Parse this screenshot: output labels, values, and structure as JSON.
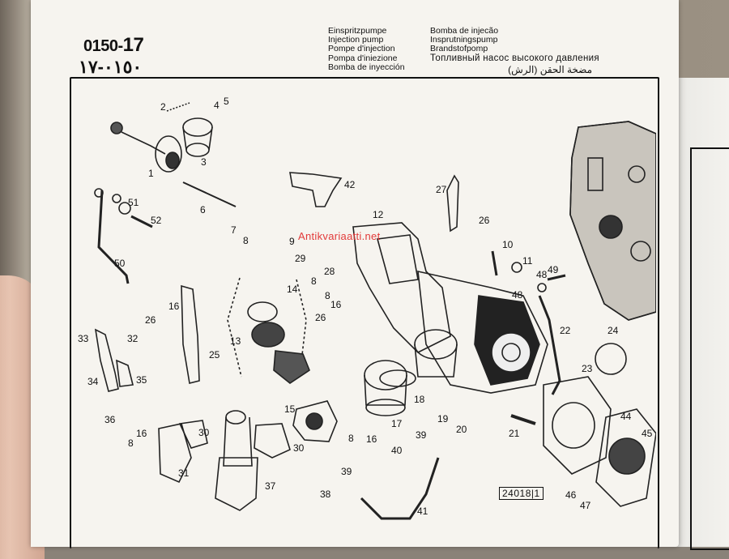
{
  "header": {
    "code_prefix": "0150-",
    "code_number": "17",
    "code_arabic": "٠١٥٠-١٧"
  },
  "titles_left": [
    "Einspritzpumpe",
    "Injection pump",
    "Pompe d'injection",
    "Pompa d'iniezione",
    "Bomba de inyección"
  ],
  "titles_right": [
    "Bomba de injecão",
    "Insprutningspump",
    "Brandstofpomp"
  ],
  "title_russian": "Топливный насос высокого давления",
  "title_arabic": "مضخة الحقن (الرش)",
  "watermark": "Antikvariaatti.net",
  "reference_number": "24018|1",
  "part_labels": {
    "p1": "1",
    "p2": "2",
    "p3": "3",
    "p4": "4",
    "p5": "5",
    "p6": "6",
    "p7": "7",
    "p8": "8",
    "p9": "9",
    "p10": "10",
    "p11": "11",
    "p12": "12",
    "p13": "13",
    "p14": "14",
    "p15": "15",
    "p16": "16",
    "p16b": "16",
    "p16c": "16",
    "p16d": "16",
    "p17": "17",
    "p18": "18",
    "p19": "19",
    "p20": "20",
    "p21": "21",
    "p22": "22",
    "p23": "23",
    "p24": "24",
    "p25": "25",
    "p26": "26",
    "p26b": "26",
    "p26c": "26",
    "p27": "27",
    "p28": "28",
    "p29": "29",
    "p30": "30",
    "p30b": "30",
    "p31": "31",
    "p32": "32",
    "p33": "33",
    "p34": "34",
    "p35": "35",
    "p36": "36",
    "p37": "37",
    "p38": "38",
    "p39": "39",
    "p39b": "39",
    "p40": "40",
    "p41": "41",
    "p42": "42",
    "p44": "44",
    "p45": "45",
    "p46": "46",
    "p47": "47",
    "p48": "48",
    "p48b": "48",
    "p49": "49",
    "p50": "50",
    "p51": "51",
    "p52": "52",
    "p8b": "8",
    "p8c": "8",
    "p8d": "8",
    "p8e": "8"
  }
}
